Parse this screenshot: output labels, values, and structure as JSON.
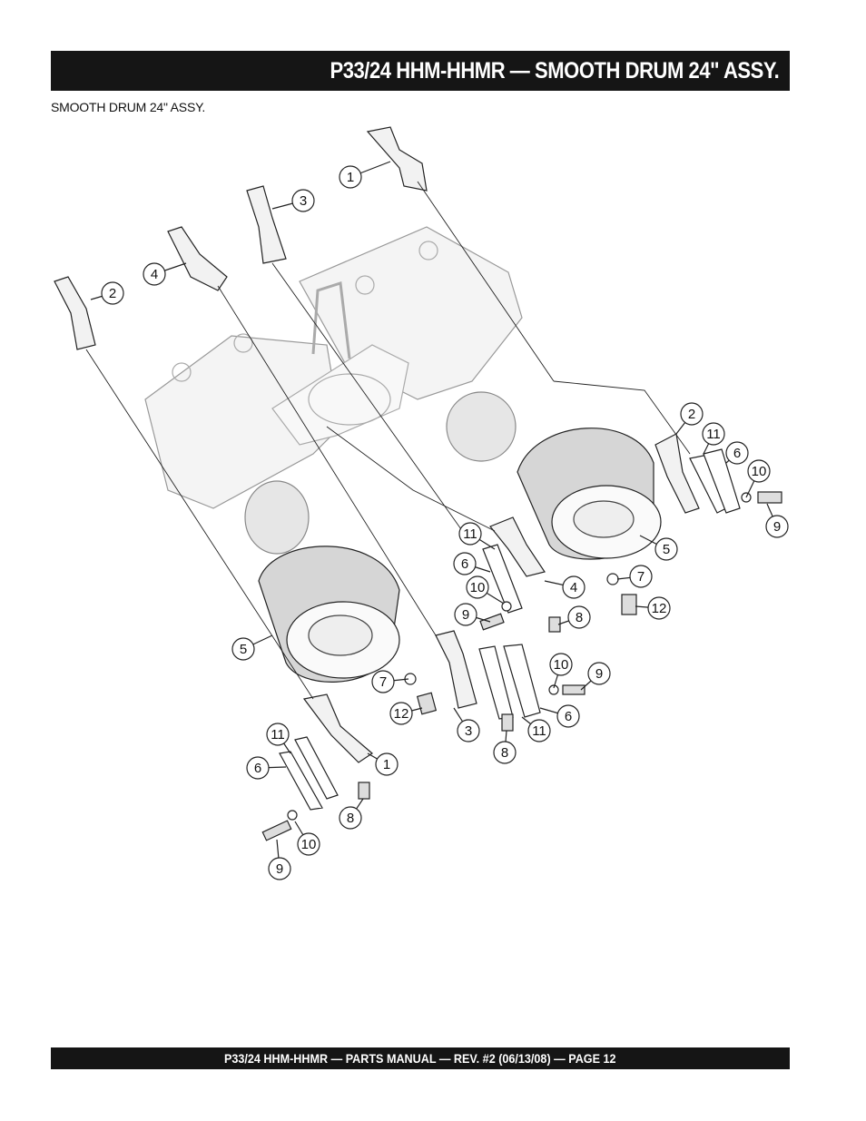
{
  "header": {
    "title": "P33/24 HHM-HHMR — SMOOTH DRUM 24\" ASSY."
  },
  "section": {
    "subtitle": "SMOOTH DRUM 24\" ASSY."
  },
  "callouts": [
    "1",
    "3",
    "4",
    "2",
    "2",
    "11",
    "6",
    "10",
    "9",
    "5",
    "11",
    "6",
    "4",
    "7",
    "10",
    "12",
    "9",
    "8",
    "5",
    "7",
    "10",
    "9",
    "12",
    "3",
    "8",
    "11",
    "6",
    "11",
    "1",
    "6",
    "8",
    "10",
    "9"
  ],
  "footer": {
    "text": "P33/24 HHM-HHMR — PARTS MANUAL — REV. #2 (06/13/08) — PAGE 12"
  }
}
